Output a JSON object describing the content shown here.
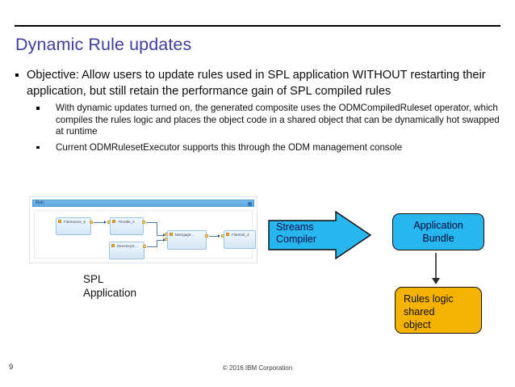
{
  "slide": {
    "title": "Dynamic Rule updates",
    "title_color": "#3f3f9e",
    "page_number": "9",
    "copyright": "© 2016 IBM Corporation"
  },
  "bullets": {
    "level1": "Objective: Allow users to update rules used in SPL application WITHOUT restarting their application, but still retain the performance gain of SPL compiled rules",
    "level2": [
      "With dynamic updates turned on, the generated composite uses the ODMCompiledRuleset operator, which compiles the rules logic and places the object code in a shared object that can be dynamically hot swapped at runtime",
      "Current ODMRulesetExecutor supports this through the ODM management console"
    ]
  },
  "spl_panel": {
    "titlebar_label": "Main",
    "caption": "SPL\nApplication",
    "caption_line1": "SPL",
    "caption_line2": "Application",
    "nodes": [
      {
        "id": "filesource",
        "label": "FileSource_5"
      },
      {
        "id": "throttle",
        "label": "Throttle_5"
      },
      {
        "id": "directory",
        "label": "DirectoryS..."
      },
      {
        "id": "mortgage",
        "label": "Mortgage..."
      },
      {
        "id": "filesink",
        "label": "FileSink_4"
      }
    ]
  },
  "diagram": {
    "compiler_arrow": {
      "line1": "Streams",
      "line2": "Compiler",
      "fill": "#27b6ed"
    },
    "application_bundle": {
      "line1": "Application",
      "line2": "Bundle",
      "fill": "#27b6ed"
    },
    "rules_shared_object": {
      "line1": "Rules logic",
      "line2": "shared",
      "line3": "object",
      "fill": "#f5b301"
    }
  }
}
